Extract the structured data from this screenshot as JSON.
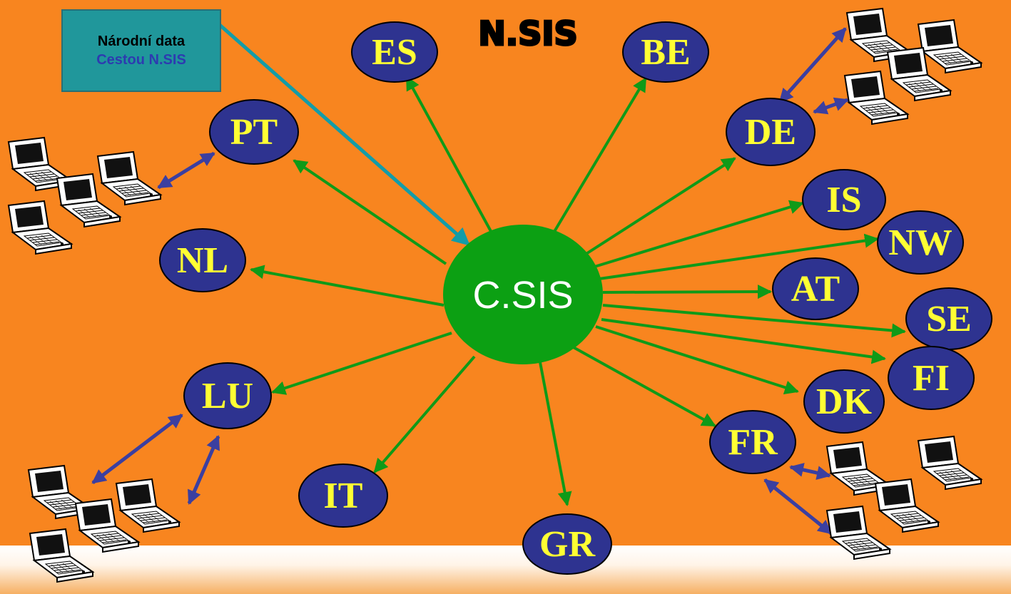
{
  "callout": {
    "line1": "Národní data",
    "line2": "Cestou N.SIS"
  },
  "title": "N.SIS",
  "hub": {
    "label": "C.SIS"
  },
  "nodes": [
    "ES",
    "BE",
    "PT",
    "DE",
    "IS",
    "NW",
    "NL",
    "AT",
    "SE",
    "FI",
    "LU",
    "DK",
    "FR",
    "IT",
    "GR"
  ],
  "colors": {
    "background": "#f8851f",
    "hub": "#0ca013",
    "node": "#2e3390",
    "node_text": "#ffff33",
    "link": "#0f9a18",
    "local_link": "#3b3fa0",
    "callout_bg": "#20979b",
    "callout_arrow": "#139ca8"
  },
  "icons": [
    "laptop-icon"
  ]
}
